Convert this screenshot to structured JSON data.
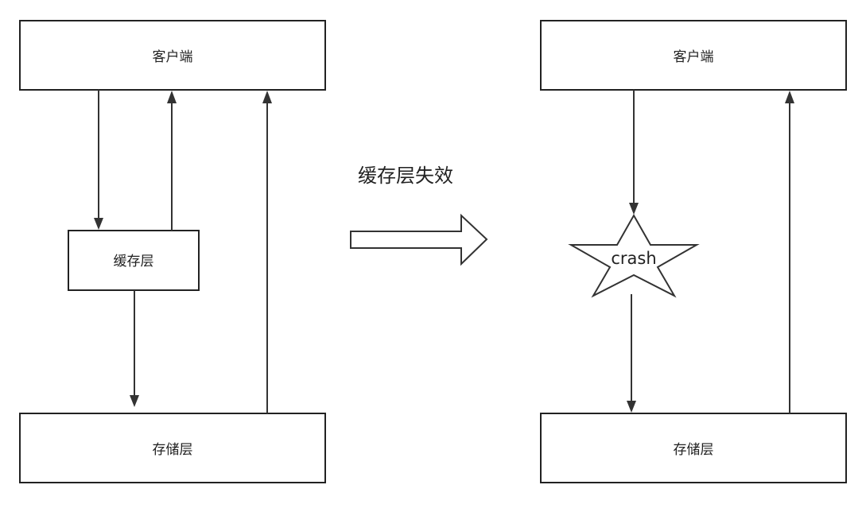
{
  "left_diagram": {
    "client_label": "客户端",
    "cache_label": "缓存层",
    "storage_label": "存储层"
  },
  "transition": {
    "label": "缓存层失效"
  },
  "right_diagram": {
    "client_label": "客户端",
    "crash_label": "crash",
    "storage_label": "存储层"
  },
  "colors": {
    "stroke": "#222222",
    "background": "#ffffff"
  }
}
